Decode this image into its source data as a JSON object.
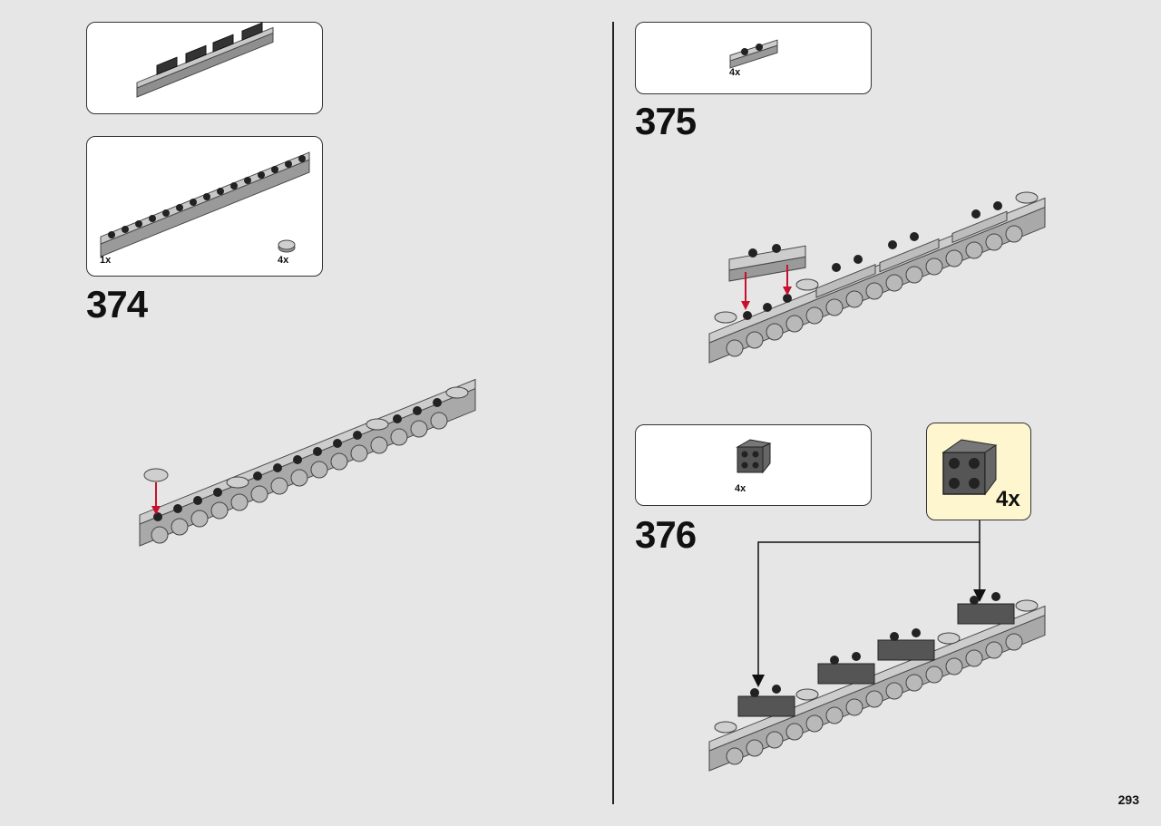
{
  "page": {
    "number": "293"
  },
  "steps": [
    {
      "number": "374",
      "parts": [
        {
          "qty": "1x"
        },
        {
          "qty": "4x"
        }
      ]
    },
    {
      "number": "375",
      "parts": [
        {
          "qty": "4x"
        }
      ]
    },
    {
      "number": "376",
      "parts": [
        {
          "qty": "4x"
        }
      ],
      "callout": {
        "qty": "4x"
      }
    }
  ],
  "colors": {
    "background": "#e6e6e6",
    "arrow_red": "#c8102e",
    "callout_bg": "#fdf6cf",
    "brick_light": "#b5b5b5",
    "brick_dark": "#2a2a2a"
  },
  "icons": [
    "technic-beam",
    "round-tile",
    "plate-1x2",
    "bracket-2x2",
    "red-arrow",
    "black-arrow"
  ]
}
